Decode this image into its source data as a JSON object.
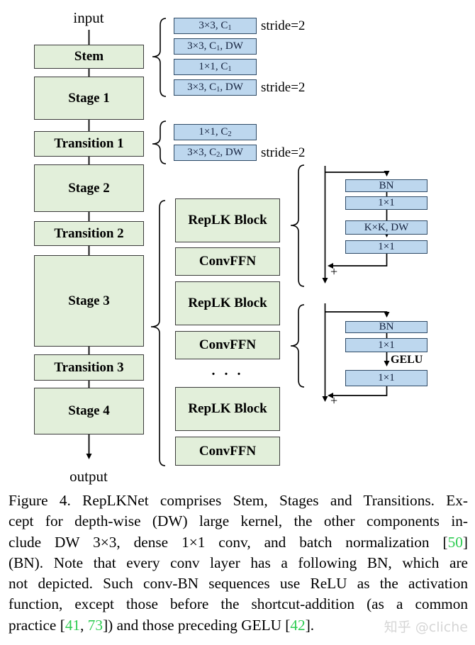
{
  "figure": {
    "input_label": "input",
    "output_label": "output",
    "pipeline": [
      "Stem",
      "Stage 1",
      "Transition 1",
      "Stage 2",
      "Transition 2",
      "Stage 3",
      "Transition 3",
      "Stage 4"
    ],
    "stem_convs": [
      {
        "pre": "3×3, C",
        "sub": "1",
        "post": ""
      },
      {
        "pre": "3×3, C",
        "sub": "1",
        "post": ", DW"
      },
      {
        "pre": "1×1, C",
        "sub": "1",
        "post": ""
      },
      {
        "pre": "3×3, C",
        "sub": "1",
        "post": ", DW"
      }
    ],
    "transition_convs": [
      {
        "pre": "1×1, C",
        "sub": "2",
        "post": ""
      },
      {
        "pre": "3×3, C",
        "sub": "2",
        "post": ", DW"
      }
    ],
    "stride_labels": [
      "stride=2",
      "stride=2",
      "stride=2"
    ],
    "blocks": [
      "RepLK Block",
      "ConvFFN",
      "RepLK Block",
      "ConvFFN",
      "RepLK Block",
      "ConvFFN"
    ],
    "dots": ". . .",
    "replk_detail": {
      "layers": [
        "BN",
        "1×1",
        "K×K, DW",
        "1×1"
      ],
      "plus": "+"
    },
    "convffn_detail": {
      "layers": [
        "BN",
        "1×1",
        "1×1"
      ],
      "gelu": "GELU",
      "plus": "+"
    }
  },
  "caption": {
    "lines": [
      [
        {
          "t": "Figure 4. RepLKNet comprises Stem, Stages and Transitions. Ex-"
        }
      ],
      [
        {
          "t": "cept for depth-wise (DW) large kernel, the other components in-"
        }
      ],
      [
        {
          "t": "clude DW 3×3, dense 1×1 conv, and batch normalization ["
        },
        {
          "t": "50",
          "g": true
        },
        {
          "t": "]"
        }
      ],
      [
        {
          "t": "(BN). Note that every conv layer has a following BN, which are"
        }
      ],
      [
        {
          "t": "not depicted. Such conv-BN sequences use ReLU as the activation"
        }
      ],
      [
        {
          "t": "function, except those before the shortcut-addition (as a common"
        }
      ],
      [
        {
          "t": "practice ["
        },
        {
          "t": "41",
          "g": true
        },
        {
          "t": ", "
        },
        {
          "t": "73",
          "g": true
        },
        {
          "t": "]) and those preceding GELU ["
        },
        {
          "t": "42",
          "g": true
        },
        {
          "t": "]."
        }
      ]
    ]
  },
  "watermark": "知乎 @cliche",
  "colors": {
    "green_fill": "#e2efda",
    "green_border": "#3a3a3a",
    "blue_fill": "#bdd7ee",
    "blue_border": "#2e4a66",
    "citation_green": "#2ecc52",
    "watermark_gray": "#d6d6d6"
  }
}
